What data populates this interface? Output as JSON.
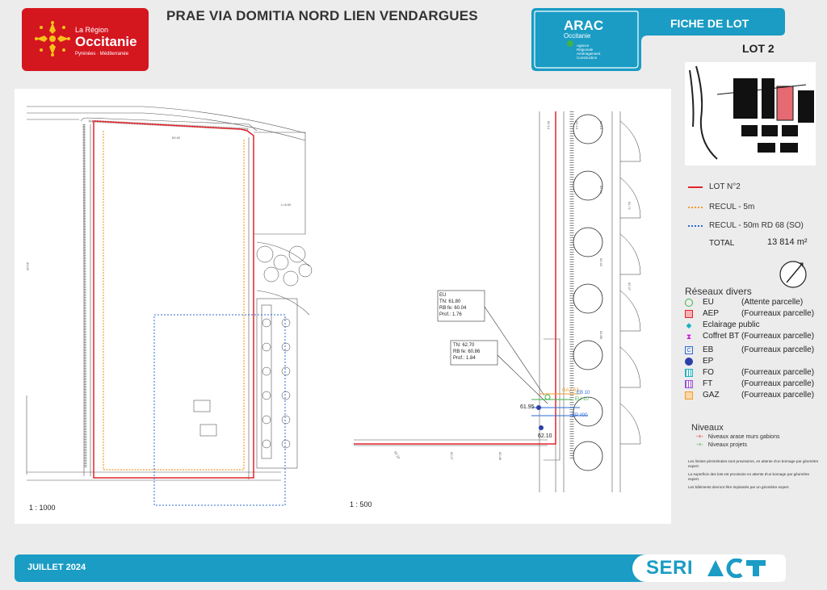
{
  "header": {
    "region_logo": {
      "line1": "La Région",
      "line2": "Occitanie",
      "line3": "Pyrénées · Méditerranée"
    },
    "title": "PRAE VIA DOMITIA NORD LIEN VENDARGUES",
    "arac_logo": {
      "name": "ARAC",
      "sub": "Occitanie",
      "small": [
        "Agence",
        "Régionale",
        "Aménagement",
        "Construction"
      ]
    },
    "sheet_type": "FICHE DE LOT",
    "lot": "LOT 2"
  },
  "plan": {
    "scale_left": "1 : 1000",
    "scale_right": "1 : 500",
    "callouts": [
      {
        "lines": [
          "EU",
          "TN: 61.80",
          "RB fe: 60.04",
          "Prof.: 1.76"
        ]
      },
      {
        "lines": [
          "TN: 62.70",
          "RB fe: 60.86",
          "Prof.: 1.84"
        ]
      }
    ],
    "network_labels": [
      "GAZ 63",
      "EB 10",
      "EU 10",
      "EP 400",
      "61.95",
      "62.10"
    ]
  },
  "legend": {
    "items": [
      {
        "label": "LOT N°2",
        "color": "#e3242b",
        "style": "solid"
      },
      {
        "label": "RECUL - 5m",
        "color": "#f39b2a",
        "style": "dotted"
      },
      {
        "label": "RECUL - 50m RD 68 (SO)",
        "color": "#2c6bd6",
        "style": "dotted"
      }
    ],
    "total_label": "TOTAL",
    "total_value": "13 814 m²"
  },
  "reseaux": {
    "title": "Réseaux divers",
    "rows": [
      {
        "code": "EU",
        "desc": "(Attente parcelle)",
        "icon": "circle-outline-icon",
        "color": "#3db24a"
      },
      {
        "code": "AEP",
        "desc": "(Fourreaux parcelle)",
        "icon": "square-box-icon",
        "color": "#e3242b"
      },
      {
        "code": "Eclairage public",
        "desc": "",
        "icon": "lamp-icon",
        "color": "#1ab4c4"
      },
      {
        "code": "Coffret BT",
        "desc": "(Fourreaux parcelle)",
        "icon": "hourglass-icon",
        "color": "#c71bd6"
      },
      {
        "code": "EB",
        "desc": "(Fourreaux parcelle)",
        "icon": "bracket-icon",
        "color": "#2c6bd6"
      },
      {
        "code": "EP",
        "desc": "",
        "icon": "filled-circle-icon",
        "color": "#2a3fa8"
      },
      {
        "code": "FO",
        "desc": "(Fourreaux parcelle)",
        "icon": "grid-icon",
        "color": "#1ab4c4"
      },
      {
        "code": "FT",
        "desc": "(Fourreaux parcelle)",
        "icon": "grid-icon",
        "color": "#9b4fd6"
      },
      {
        "code": "GAZ",
        "desc": "(Fourreaux parcelle)",
        "icon": "square-box-icon",
        "color": "#f39b2a"
      }
    ]
  },
  "niveaux": {
    "title": "Niveaux",
    "rows": [
      {
        "label": "Niveaux arase murs gabions",
        "color": "#e3242b"
      },
      {
        "label": "Niveaux projets",
        "color": "#3db24a"
      }
    ]
  },
  "notes": [
    "Les limites périmétrales sont provisoires, en attente d'un bornage par géomètre expert.",
    "La superficie des lots est provisoire en attente d'un bornage par géomètre expert.",
    "Les bâtiments devront être implantés par un géomètre expert."
  ],
  "footer": {
    "date": "JUILLET 2024",
    "seri": "SERI",
    "act": "ACT"
  },
  "colors": {
    "brand_red": "#d4161f",
    "brand_blue": "#1a9cc4"
  }
}
